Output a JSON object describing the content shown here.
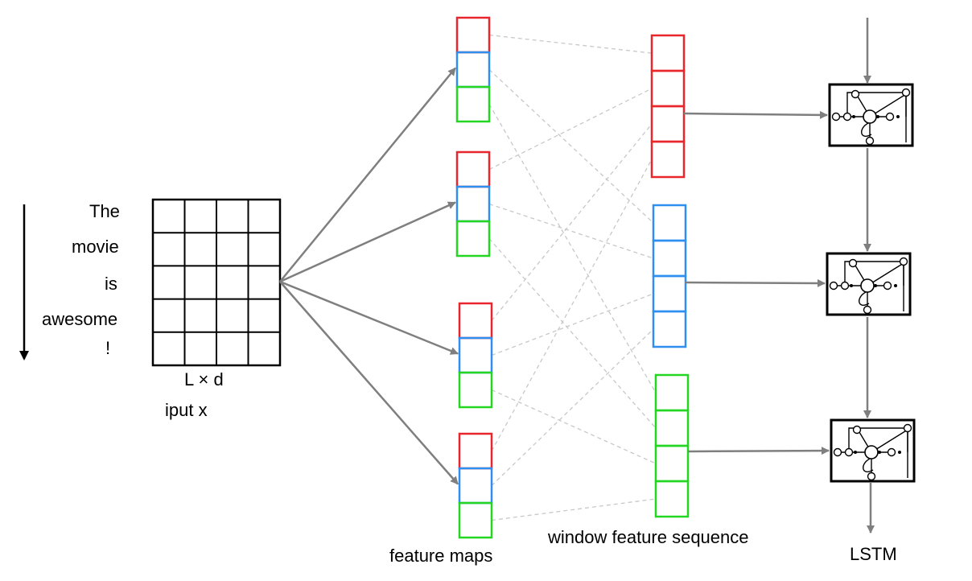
{
  "input_words": [
    "The",
    "movie",
    "is",
    "awesome",
    "!"
  ],
  "input_dim_label": "L × d",
  "input_label": "iput x",
  "feature_maps_label": "feature maps",
  "window_sequence_label": "window feature sequence",
  "lstm_label": "LSTM",
  "colors": {
    "red": "#e8262b",
    "blue": "#2f8ff0",
    "green": "#22d622",
    "arrow": "#7f7f7f",
    "dashed": "#c8c8c8",
    "line": "#000000"
  }
}
